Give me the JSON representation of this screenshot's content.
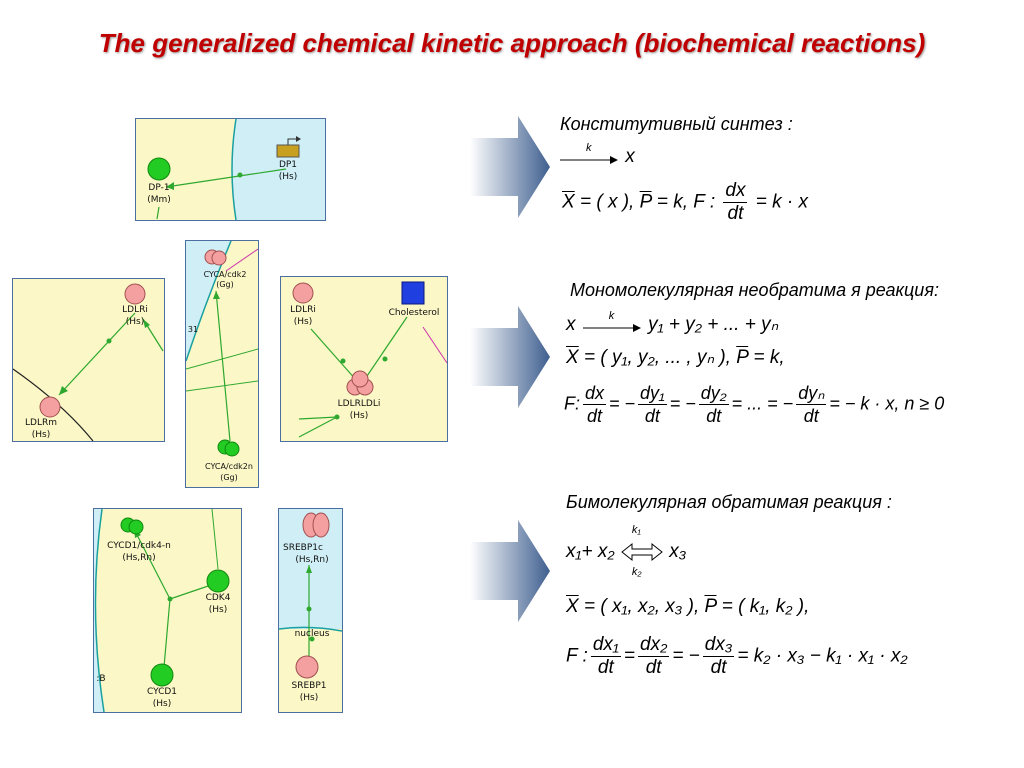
{
  "title": "The generalized chemical kinetic approach (biochemical reactions)",
  "panels": {
    "p1": {
      "dp1_node": "DP-1",
      "dp1_org": "(Mm)",
      "dp1_gene": "DP1",
      "dp1_gene_org": "(Hs)"
    },
    "p2": {
      "ldlri": "LDLRi",
      "ldlri_org": "(Hs)",
      "ldlrm": "LDLRm",
      "ldlrm_org": "(Hs)"
    },
    "p3": {
      "cyca_top": "CYCA/cdk2",
      "cyca_top_org": "(Gg)",
      "cyca_bottom": "CYCA/cdk2n",
      "cyca_bottom_org": "(Gg)",
      "edge_label": "31"
    },
    "p4": {
      "ldlri": "LDLRi",
      "ldlri_org": "(Hs)",
      "cholesterol": "Cholesterol",
      "complex": "LDLRLDLi",
      "complex_org": "(Hs)"
    },
    "p5": {
      "cycd1_cdk4": "CYCD1/cdk4-n",
      "cycd1_cdk4_org": "(Hs,Rn)",
      "cdk4": "CDK4",
      "cdk4_org": "(Hs)",
      "cycd1": "CYCD1",
      "cycd1_org": "(Hs)",
      "edge_label": ":B"
    },
    "p6": {
      "srebp1c": "SREBP1c",
      "srebp1c_org": "(Hs,Rn)",
      "nucleus": "nucleus",
      "srebp1": "SREBP1",
      "srebp1_org": "(Hs)"
    }
  },
  "section1": {
    "heading": "Конститутивный синтез :",
    "rate": "k",
    "product": "x",
    "line2_X": "X",
    "line2_a": " = ( x ),  ",
    "line2_P": "P",
    "line2_b": " = k, F : ",
    "num": "dx",
    "den": "dt",
    "line2_c": " = k · x"
  },
  "section2": {
    "heading": "Мономолекулярная необратима я реакция:",
    "reactant": "x",
    "rate": "k",
    "products": "y₁ + y₂ + ... + yₙ",
    "line2_X": "X",
    "line2_a": " = ( y₁, y₂, ... , yₙ ),  ",
    "line2_P": "P",
    "line2_b": " = k,",
    "line3_F": "F:",
    "f1n": "dx",
    "f1d": "dt",
    "op1": "= −",
    "f2n": "dy₁",
    "f2d": "dt",
    "op2": "= −",
    "f3n": "dy₂",
    "f3d": "dt",
    "op3": "= ... = −",
    "f4n": "dyₙ",
    "f4d": "dt",
    "tail": "= − k · x, n ≥ 0"
  },
  "section3": {
    "heading": "Бимолекулярная обратимая  реакция :",
    "reactants": "x₁+ x₂",
    "k1": "k₁",
    "k2": "k₂",
    "product": "x₃",
    "line2_X": "X",
    "line2_a": " = ( x₁, x₂, x₃ ),   ",
    "line2_P": "P",
    "line2_b": " = ( k₁, k₂ ),",
    "line3_F": "F :",
    "f1n": "dx₁",
    "f1d": "dt",
    "op1": "=",
    "f2n": "dx₂",
    "f2d": "dt",
    "op2": "= −",
    "f3n": "dx₃",
    "f3d": "dt",
    "tail": "= k₂ · x₃ − k₁ · x₁ · x₂"
  },
  "colors": {
    "title": "#c00000",
    "panel_bg": "#fbf7c6",
    "cell_bg": "#cfeef5",
    "node_green": "#22cc22",
    "node_pink": "#f4a0a0",
    "edge_green": "#2ea82e",
    "arrow_blue": "#3f5f8f",
    "cholesterol": "#1f3fe0"
  }
}
